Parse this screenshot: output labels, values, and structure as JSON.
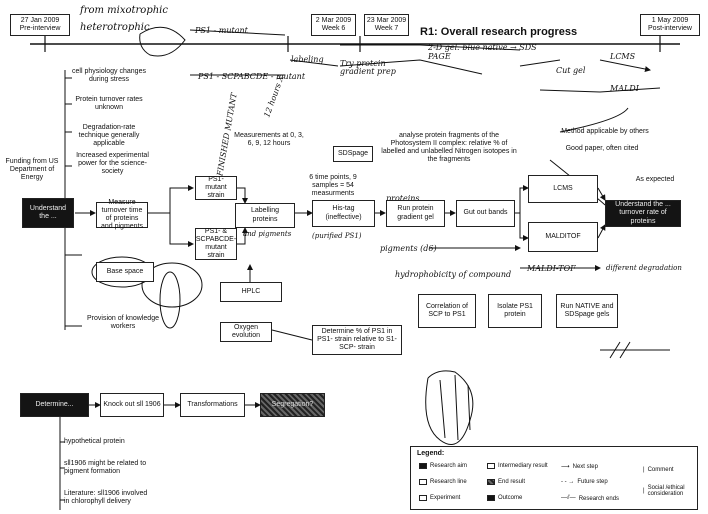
{
  "header": {
    "title": "R1: Overall research progress",
    "dates": [
      {
        "date": "27 Jan 2009",
        "label": "Pre-interview"
      },
      {
        "date": "2 Mar 2009",
        "label": "Week 6"
      },
      {
        "date": "23 Mar 2009",
        "label": "Week 7"
      },
      {
        "date": "1 May 2009",
        "label": "Post-interview"
      }
    ]
  },
  "handwriting": {
    "top_left_1": "from mixotrophic",
    "top_left_2": "heterotrophic",
    "ps1_mutant": "PS1 - mutant",
    "ps1_scpabcde": "PS1 - SCPABCDE - mutant",
    "labeling": "labeling",
    "proteins_gradient": "Try protein gradient prep",
    "gel_2d": "2-D gel: blue native → SDS PAGE",
    "cut_gel": "Cut gel",
    "lcms_hw": "LCMS",
    "maldi_hw": "MALDI",
    "twelve_hours": "12 hours X",
    "finished_mutant": "FINISHED MUTANT",
    "proteins_side": "proteins",
    "pigments_side": "pigments (d6)",
    "hydrophob": "hydrophobicity of compound",
    "maldi_tof_hw": "MALDI-TOF",
    "blue_pigment": "different degradation",
    "his_tag_hw": "(purified PS1)",
    "and_pigments": "and pigments"
  },
  "boxes": {
    "research_aim": "Understand the ...",
    "measure_turnover": "Measure turnover time of proteins and pigments",
    "ps1_mutant_strain": "PS1- mutant strain",
    "ps1_scpabcde": "PS1- & SCPABCDE- mutant strain",
    "labelling_proteins": "Labelling proteins",
    "his_tag": "His-tag (ineffective)",
    "run_protein_gel": "Run protein gradient gel",
    "gut_out_bands": "Gut out bands",
    "lcms": "LCMS",
    "malditof": "MALDITOF",
    "hplc": "HPLC",
    "oxygen_evolution": "Oxygen evolution",
    "sdspage": "SDSpage",
    "base_space": "Base space",
    "determine_percent": "Determine % of PS1 in PS1- strain relative to S1- SCP- strain",
    "correlation_scp": "Correlation of SCP to PS1",
    "isolate_ps1": "Isolate PS1 protein",
    "run_native": "Run NATIVE and SDSpage gels",
    "outcome_dark": "Understand the ... turnover rate of proteins",
    "knockout": "Knock out sll 1906",
    "transformations": "Transformations",
    "segregation": "Segregation?",
    "determine_dark": "Determine..."
  },
  "notes": {
    "cell_physiology": "cell physiology changes during stress",
    "protein_turnover": "Protein turnover rates unknown",
    "degradation": "Degradation-rate technique generally applicable",
    "increased_power": "Increased experimental power for the science-society",
    "funding": "Funding from US Department of Energy",
    "knowledge_workers": "Provision of knowledge workers",
    "measurements": "Measurements at 0, 3, 6, 9, 12 hours",
    "six_time_points": "6 time points, 9 samples = 54 measurments",
    "analyse_fragments": "analyse protein fragments of the Photosystem II complex: relative % of labelled and unlabelled Nitrogen isotopes in the fragments",
    "method_applicable": "Method applicable by others",
    "good_paper": "Good paper, often cited",
    "as_expected": "As expected",
    "hypothetical_protein": "hypothetical protein",
    "sll1906_pigment": "sll1906 might be related to pigment formation",
    "literature": "Literature: sll1906 involved in chlorophyll delivery"
  },
  "legend": {
    "title": "Legend:",
    "items": [
      {
        "label": "Research aim",
        "style": "dark"
      },
      {
        "label": "Research line",
        "style": "plain"
      },
      {
        "label": "Experiment",
        "style": "plain"
      },
      {
        "label": "Intermediary result",
        "style": "plain"
      },
      {
        "label": "End result",
        "style": "halftone"
      },
      {
        "label": "Outcome",
        "style": "dark"
      },
      {
        "label": "Next step",
        "style": "arrow"
      },
      {
        "label": "Future step",
        "style": "dashed"
      },
      {
        "label": "Research ends",
        "style": "end"
      },
      {
        "label": "Comment",
        "style": "bar"
      },
      {
        "label": "Social /ethical consideration",
        "style": "bar"
      }
    ]
  }
}
